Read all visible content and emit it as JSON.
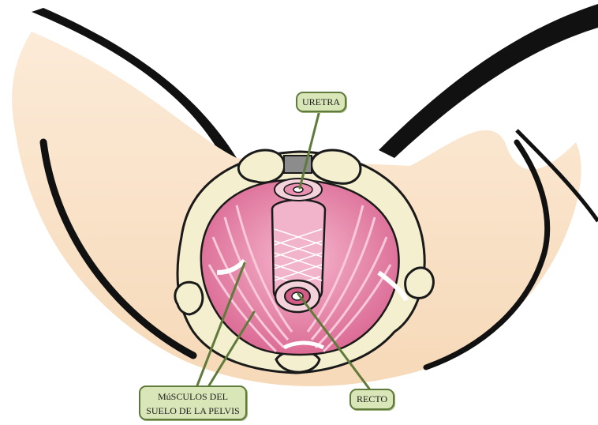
{
  "labels": {
    "uretra": "URETRA",
    "recto": "RECTO",
    "musculos_line1": "MúSCULOS DEL",
    "musculos_line2": "SUELO DE LA PELVIS"
  },
  "colors": {
    "skin": "#fbe6cf",
    "outline": "#111111",
    "muscle": "#e07aa2",
    "muscle_light": "#f2a9c5",
    "bone": "#f4f0cf",
    "label_fill": "#d8e6b8",
    "label_border": "#5f7a3a",
    "pointer": "#5f7a3a"
  }
}
